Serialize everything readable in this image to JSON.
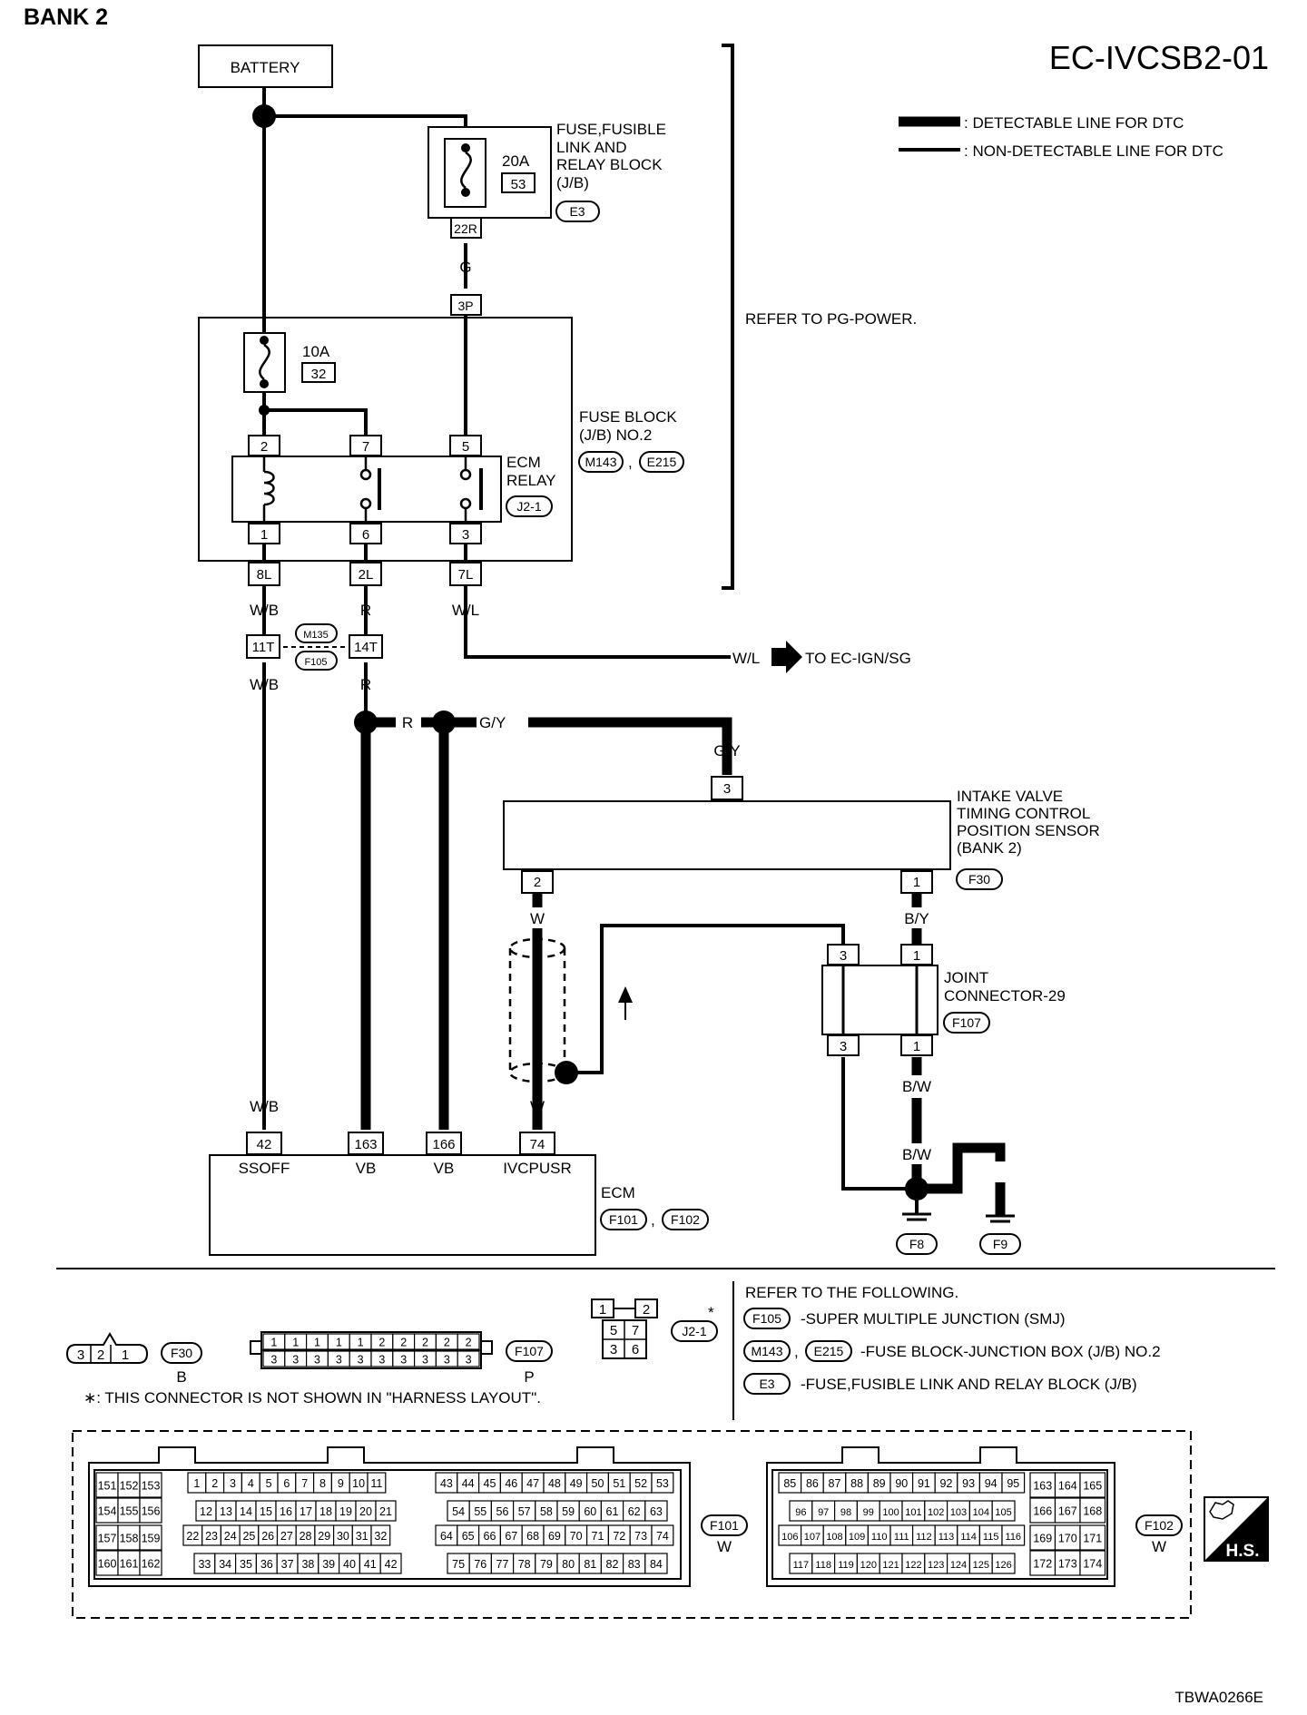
{
  "header": {
    "bank": "BANK 2",
    "code": "EC-IVCSB2-01"
  },
  "legend": {
    "detectable": ": DETECTABLE LINE FOR DTC",
    "non_detectable": ": NON-DETECTABLE LINE FOR DTC"
  },
  "battery": "BATTERY",
  "fusible_block": {
    "label": [
      "FUSE,FUSIBLE",
      "LINK AND",
      "RELAY BLOCK",
      "(J/B)"
    ],
    "amp": "20A",
    "num": "53",
    "conn": "E3",
    "pin": "22R"
  },
  "refer_pg": "REFER TO PG-POWER.",
  "wire": {
    "g": "G",
    "wb": "W/B",
    "r": "R",
    "wl": "W/L",
    "gy": "G/Y",
    "w": "W",
    "by": "B/Y",
    "bw": "B/W",
    "b": "B"
  },
  "fuse_block2": {
    "pin_top": "3P",
    "label": [
      "FUSE BLOCK",
      "(J/B) NO.2"
    ],
    "conn1": "M143",
    "conn2": "E215",
    "comma": ",",
    "fuse_amp": "10A",
    "fuse_num": "32",
    "out_pins": [
      "8L",
      "2L",
      "7L"
    ]
  },
  "ecm_relay": {
    "label": [
      "ECM",
      "RELAY"
    ],
    "conn": "J2-1",
    "top_pins": [
      "2",
      "7",
      "5"
    ],
    "bot_pins": [
      "1",
      "6",
      "3"
    ]
  },
  "joint_mf": {
    "pin1": "11T",
    "pin2": "14T",
    "conn1": "M135",
    "conn2": "F105"
  },
  "to_ign": "TO EC-IGN/SG",
  "sensor": {
    "label": [
      "INTAKE VALVE",
      "TIMING CONTROL",
      "POSITION SENSOR",
      "(BANK 2)"
    ],
    "conn": "F30",
    "pin_top": "3",
    "pin_left": "2",
    "pin_right": "1"
  },
  "joint29": {
    "label": [
      "JOINT",
      "CONNECTOR-29"
    ],
    "conn": "F107",
    "top_pins": [
      "3",
      "1"
    ],
    "bot_pins": [
      "3",
      "1"
    ]
  },
  "ecm": {
    "label": "ECM",
    "conn1": "F101",
    "conn2": "F102",
    "comma": ",",
    "pins": [
      "42",
      "163",
      "166",
      "74"
    ],
    "pin_labels": [
      "SSOFF",
      "VB",
      "VB",
      "IVCPUSR"
    ]
  },
  "grounds": [
    "F8",
    "F9"
  ],
  "connectors": {
    "f30": {
      "pins": [
        "3",
        "2",
        "1"
      ],
      "name": "F30",
      "color": "B"
    },
    "f107": {
      "row1": [
        "1",
        "1",
        "1",
        "1",
        "1",
        "2",
        "2",
        "2",
        "2",
        "2"
      ],
      "row2": [
        "3",
        "3",
        "3",
        "3",
        "3",
        "3",
        "3",
        "3",
        "3",
        "3"
      ],
      "name": "F107",
      "color": "P"
    },
    "j21": {
      "row1": [
        "1",
        "2"
      ],
      "row2": [
        "5",
        "7"
      ],
      "row3": [
        "3",
        "6"
      ],
      "name": "J2-1",
      "star": "*"
    },
    "note": "∗: THIS CONNECTOR IS NOT SHOWN IN \"HARNESS LAYOUT\"."
  },
  "refer": {
    "title": "REFER TO THE FOLLOWING.",
    "items": [
      {
        "c1": "F105",
        "c2": "",
        "text": "-SUPER MULTIPLE JUNCTION (SMJ)"
      },
      {
        "c1": "M143",
        "c2": "E215",
        "text": "-FUSE BLOCK-JUNCTION BOX (J/B) NO.2"
      },
      {
        "c1": "E3",
        "c2": "",
        "text": "-FUSE,FUSIBLE LINK AND RELAY BLOCK (J/B)"
      }
    ]
  },
  "f101": {
    "name": "F101",
    "color": "W",
    "left": [
      [
        "151",
        "152",
        "153"
      ],
      [
        "154",
        "155",
        "156"
      ],
      [
        "157",
        "158",
        "159"
      ],
      [
        "160",
        "161",
        "162"
      ]
    ],
    "mid_r1": [
      "1",
      "2",
      "3",
      "4",
      "5",
      "6",
      "7",
      "8",
      "9",
      "10",
      "11"
    ],
    "mid_r2": [
      "12",
      "13",
      "14",
      "15",
      "16",
      "17",
      "18",
      "19",
      "20",
      "21"
    ],
    "mid_r3": [
      "22",
      "23",
      "24",
      "25",
      "26",
      "27",
      "28",
      "29",
      "30",
      "31",
      "32"
    ],
    "mid_r4": [
      "33",
      "34",
      "35",
      "36",
      "37",
      "38",
      "39",
      "40",
      "41",
      "42"
    ],
    "right_r1": [
      "43",
      "44",
      "45",
      "46",
      "47",
      "48",
      "49",
      "50",
      "51",
      "52",
      "53"
    ],
    "right_r2": [
      "54",
      "55",
      "56",
      "57",
      "58",
      "59",
      "60",
      "61",
      "62",
      "63"
    ],
    "right_r3": [
      "64",
      "65",
      "66",
      "67",
      "68",
      "69",
      "70",
      "71",
      "72",
      "73",
      "74"
    ],
    "right_r4": [
      "75",
      "76",
      "77",
      "78",
      "79",
      "80",
      "81",
      "82",
      "83",
      "84"
    ]
  },
  "f102": {
    "name": "F102",
    "color": "W",
    "r1": [
      "85",
      "86",
      "87",
      "88",
      "89",
      "90",
      "91",
      "92",
      "93",
      "94",
      "95"
    ],
    "r2": [
      "96",
      "97",
      "98",
      "99",
      "100",
      "101",
      "102",
      "103",
      "104",
      "105"
    ],
    "r3": [
      "106",
      "107",
      "108",
      "109",
      "110",
      "111",
      "112",
      "113",
      "114",
      "115",
      "116"
    ],
    "r4": [
      "117",
      "118",
      "119",
      "120",
      "121",
      "122",
      "123",
      "124",
      "125",
      "126"
    ],
    "right": [
      [
        "163",
        "164",
        "165"
      ],
      [
        "166",
        "167",
        "168"
      ],
      [
        "169",
        "170",
        "171"
      ],
      [
        "172",
        "173",
        "174"
      ]
    ]
  },
  "hs_badge": "H.S.",
  "footer_code": "TBWA0266E"
}
